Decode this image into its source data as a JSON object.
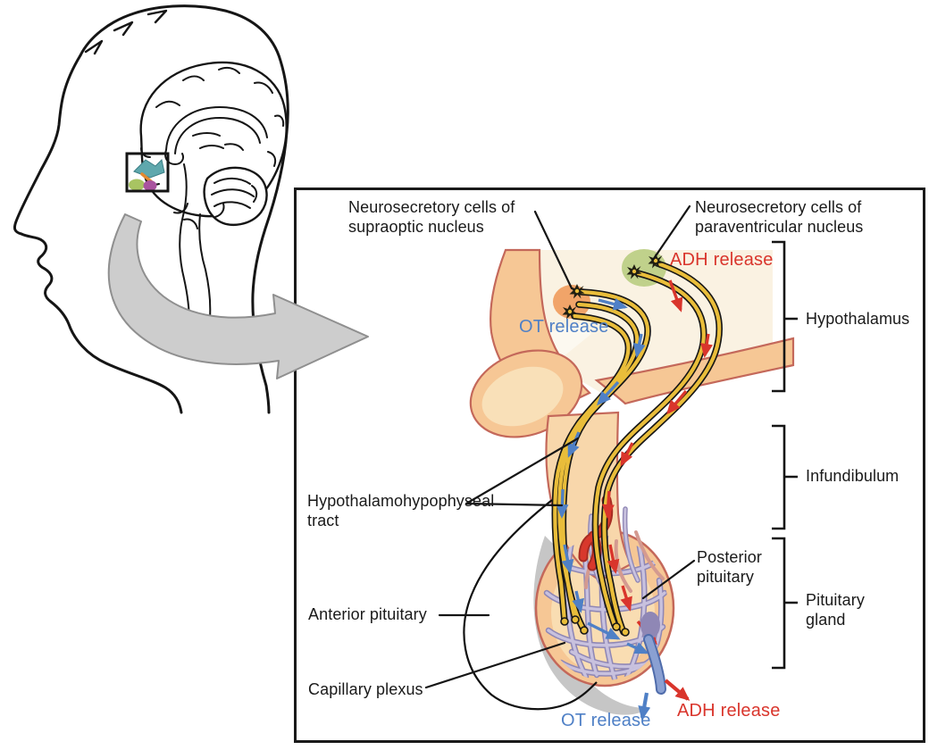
{
  "figure": {
    "type": "anatomical-diagram",
    "subject": "Hypothalamus and posterior pituitary (hypothalamohypophyseal tract)"
  },
  "labels": {
    "supraoptic": "Neurosecretory cells of\nsupraoptic nucleus",
    "paraventricular": "Neurosecretory cells of\nparaventricular nucleus",
    "adh_release_top": "ADH release",
    "ot_release_top": "OT release",
    "hypothalamus": "Hypothalamus",
    "infundibulum": "Infundibulum",
    "pituitary_gland": "Pituitary\ngland",
    "hypophyseal_tract": "Hypothalamohypophyseal\ntract",
    "anterior_pituitary": "Anterior pituitary",
    "capillary_plexus": "Capillary plexus",
    "posterior_pituitary": "Posterior\npituitary",
    "ot_release_bottom": "OT release",
    "adh_release_bottom": "ADH release"
  },
  "palette": {
    "label_text": "#1a1a1a",
    "adh_red": "#d9352c",
    "ot_blue": "#4f80c6",
    "tissue_cream": "#faf2e2",
    "tissue_peach": "#f6c795",
    "tissue_peach_light": "#f9ddb2",
    "tissue_outline_rose": "#c4685a",
    "nucleus_supraoptic_orange": "#f1a469",
    "nucleus_paraventricular_green": "#c0d18b",
    "axon_yellow": "#e9bd3a",
    "capillary_lavender": "#8f87b5",
    "capillary_lavender_light": "#c8c1de",
    "artery_red": "#d8382c",
    "vein_blue": "#8aa0d2",
    "inset_arrow_gray": "#cdcdcd",
    "shadow_gray": "#c6c6c6",
    "outline_black": "#151515"
  }
}
